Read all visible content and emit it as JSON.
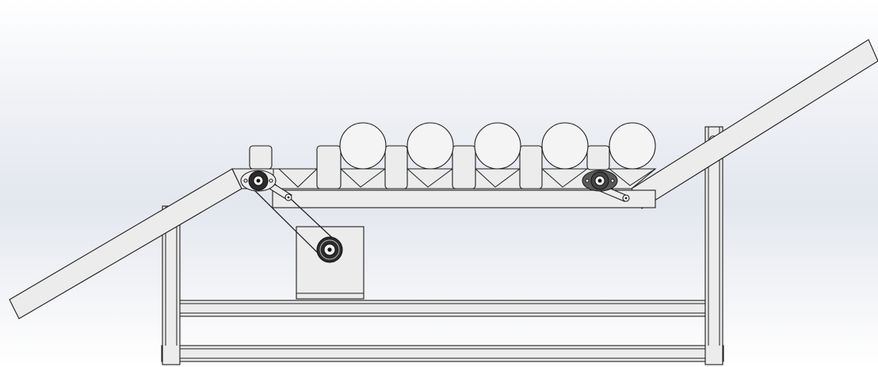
{
  "colors": {
    "part_fill": "#ececec",
    "outline": "#1e1e1e",
    "dark_part": "#2b2b2b",
    "background_top": "#ffffff",
    "background_mid": "#e3e7ee"
  },
  "icons": {
    "drive_pulley": "gear-icon",
    "bearing": "circle-icon"
  },
  "components": {
    "rollers": 5,
    "pulleys": 2,
    "bearings": 1,
    "ramps": 2
  }
}
